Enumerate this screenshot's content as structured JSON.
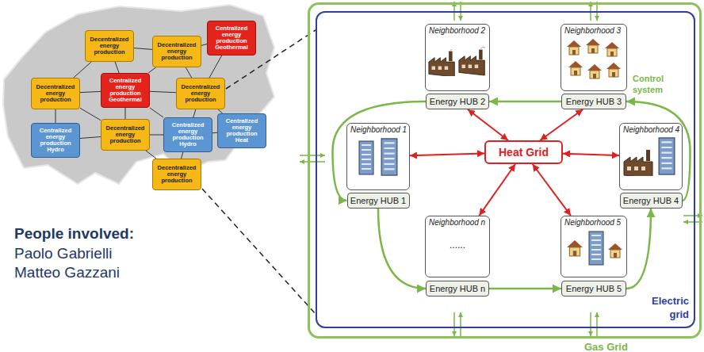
{
  "diagram": {
    "nodes": [
      {
        "text": [
          "Decentralized energy production"
        ]
      },
      {
        "text": [
          "Decentralized energy production"
        ]
      },
      {
        "text": [
          "Centralized energy production Geothermal"
        ]
      },
      {
        "text": [
          "Decentralized energy production"
        ]
      },
      {
        "text": [
          "Centralized energy production Geothermal"
        ]
      },
      {
        "text": [
          "Decentralized energy production"
        ]
      },
      {
        "text": [
          "Centralized energy production Hydro"
        ]
      },
      {
        "text": [
          "Decentralized energy production"
        ]
      },
      {
        "text": [
          "Centralized energy production Hydro"
        ]
      },
      {
        "text": [
          "Centralized energy production Heat"
        ]
      },
      {
        "text": [
          "Decentralized energy production"
        ]
      },
      {
        "text": [
          "Gas Grid"
        ]
      },
      {
        "text": [
          "Electric grid"
        ],
        "in": 11
      },
      {
        "text": [
          "Neighborhood 2"
        ],
        "in": 12
      },
      {
        "text": [
          "Energy HUB 2"
        ],
        "in": 12
      },
      {
        "text": [
          "Neighborhood 3"
        ],
        "in": 12
      },
      {
        "text": [
          "Energy HUB 3"
        ],
        "in": 12
      },
      {
        "text": [
          "Neighborhood 1"
        ],
        "in": 12
      },
      {
        "text": [
          "Energy HUB 1"
        ],
        "in": 12
      },
      {
        "text": [
          "Heat Grid"
        ],
        "in": 12
      },
      {
        "text": [
          "Neighborhood 4"
        ],
        "in": 12
      },
      {
        "text": [
          "Energy HUB 4"
        ],
        "in": 12
      },
      {
        "text": [
          "Neighborhood n",
          "......"
        ],
        "in": 12
      },
      {
        "text": [
          "Energy HUB n"
        ],
        "in": 12
      },
      {
        "text": [
          "Neighborhood 5"
        ],
        "in": 12
      },
      {
        "text": [
          "Energy HUB 5"
        ],
        "in": 12
      }
    ],
    "edges": [
      {
        "from": 0,
        "to": 1,
        "arrow": "none"
      },
      {
        "from": 0,
        "to": 3,
        "arrow": "none"
      },
      {
        "from": 0,
        "to": 4,
        "arrow": "none"
      },
      {
        "from": 1,
        "to": 2,
        "arrow": "none"
      },
      {
        "from": 1,
        "to": 4,
        "arrow": "none"
      },
      {
        "from": 1,
        "to": 5,
        "arrow": "none"
      },
      {
        "from": 2,
        "to": 5,
        "arrow": "none"
      },
      {
        "from": 3,
        "to": 4,
        "arrow": "none"
      },
      {
        "from": 3,
        "to": 6,
        "arrow": "none"
      },
      {
        "from": 3,
        "to": 7,
        "arrow": "none"
      },
      {
        "from": 4,
        "to": 5,
        "arrow": "none"
      },
      {
        "from": 4,
        "to": 7,
        "arrow": "none"
      },
      {
        "from": 4,
        "to": 8,
        "arrow": "none"
      },
      {
        "from": 5,
        "to": 8,
        "arrow": "none"
      },
      {
        "from": 5,
        "to": 9,
        "arrow": "none"
      },
      {
        "from": 6,
        "to": 7,
        "arrow": "none"
      },
      {
        "from": 7,
        "to": 8,
        "arrow": "none"
      },
      {
        "from": 7,
        "to": 10,
        "arrow": "none"
      },
      {
        "from": 8,
        "to": 9,
        "arrow": "none"
      },
      {
        "from": 8,
        "to": 10,
        "arrow": "none"
      },
      {
        "from": 16,
        "to": 14,
        "arrow": "to"
      },
      {
        "from": 14,
        "to": 18,
        "arrow": "to"
      },
      {
        "from": 18,
        "to": 23,
        "arrow": "to"
      },
      {
        "from": 23,
        "to": 25,
        "arrow": "to"
      },
      {
        "from": 25,
        "to": 21,
        "arrow": "to"
      },
      {
        "from": 21,
        "to": 16,
        "arrow": "to"
      },
      {
        "from": 17,
        "to": 19,
        "arrow": "both"
      },
      {
        "from": 14,
        "to": 19,
        "arrow": "both"
      },
      {
        "from": 16,
        "to": 19,
        "arrow": "both"
      },
      {
        "from": 20,
        "to": 19,
        "arrow": "both"
      },
      {
        "from": 22,
        "to": 19,
        "arrow": "both"
      },
      {
        "from": 24,
        "to": 19,
        "arrow": "both"
      }
    ],
    "labels": [
      "Control system",
      "People involved:",
      "Paolo Gabrielli",
      "Matteo Gazzani"
    ]
  }
}
